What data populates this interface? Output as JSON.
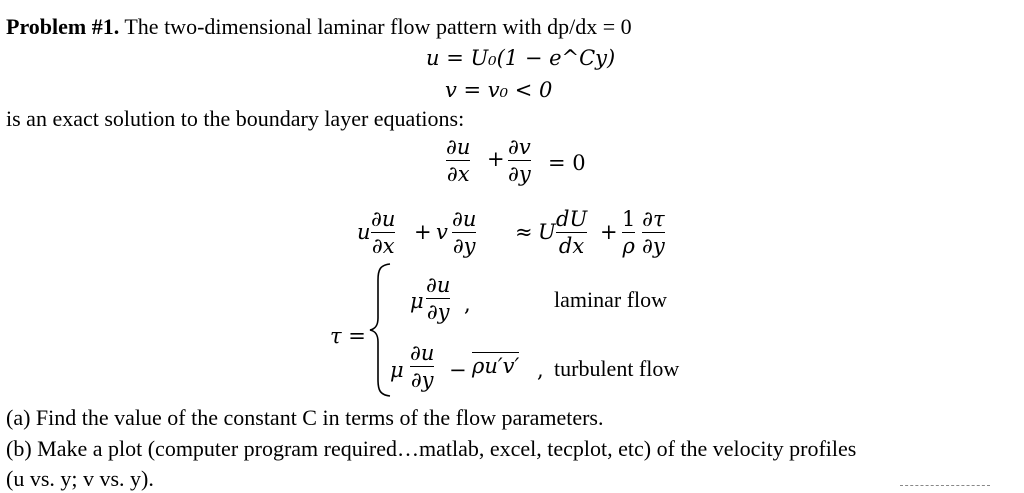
{
  "problem": {
    "heading": "Problem #1.",
    "intro": "The two-dimensional laminar flow pattern with dp/dx = 0",
    "eq_u": "u = U₀(1 − e^Cy)",
    "eq_v": "v = v₀ < 0",
    "bl_intro": "is an exact solution to the boundary layer equations:",
    "continuity_rhs": "= 0",
    "approx": "≈",
    "tau": "τ =",
    "laminar_label": "laminar flow",
    "turbulent_label": "turbulent flow",
    "part_a": "(a) Find the value of the constant C in terms of the flow parameters.",
    "part_b_1": "(b) Make a plot (computer program required…matlab, excel, tecplot, etc) of the velocity profiles",
    "part_b_2": "(u vs. y; v vs. y)."
  }
}
